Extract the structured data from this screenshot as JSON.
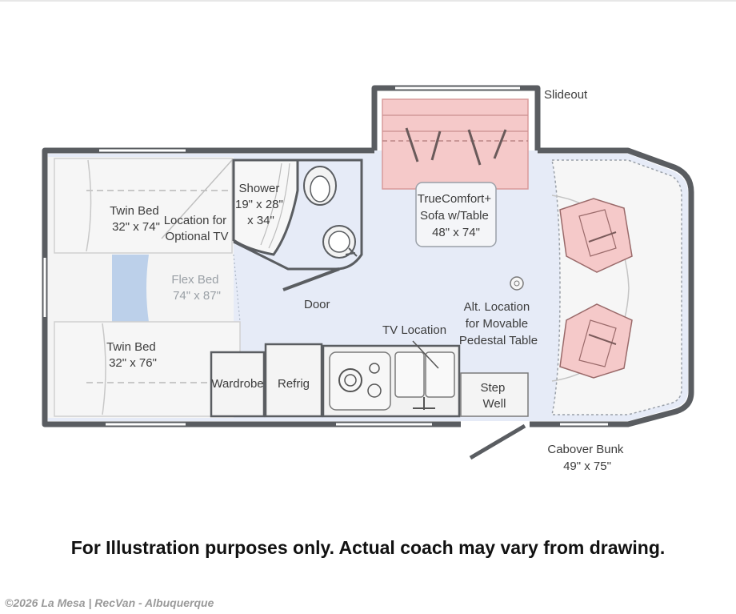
{
  "labels": {
    "slideout": "Slideout",
    "twin_bed_top": [
      "Twin Bed",
      "32\" x 74\""
    ],
    "optional_tv": [
      "Location for",
      "Optional TV"
    ],
    "shower": [
      "Shower",
      "19\" x 28\"",
      "x 34\""
    ],
    "sofa": [
      "TrueComfort+",
      "Sofa w/Table",
      "48\" x 74\""
    ],
    "flex_bed": [
      "Flex Bed",
      "74\" x 87\""
    ],
    "door": "Door",
    "alt_table": [
      "Alt. Location",
      "for Movable",
      "Pedestal Table"
    ],
    "tv_location": "TV Location",
    "twin_bed_bottom": [
      "Twin Bed",
      "32\" x 76\""
    ],
    "wardrobe": "Wardrobe",
    "refrig": "Refrig",
    "step_well": [
      "Step",
      "Well"
    ],
    "cabover_bunk": [
      "Cabover Bunk",
      "49\" x 75\""
    ]
  },
  "disclaimer": "For Illustration purposes only.  Actual coach may vary from drawing.",
  "footer": "©2026 La Mesa | RecVan - Albuquerque",
  "colors": {
    "wall": "#5a5d61",
    "floor": "#e6ebf7",
    "furniture": "#f3f3f3",
    "seat": "#f5c9c9",
    "flex": "#bcd0ea"
  }
}
